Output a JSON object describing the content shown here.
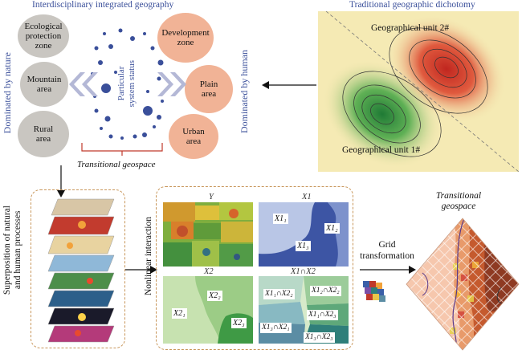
{
  "top_left": {
    "title": "Interdisciplinary integrated geography",
    "left_label": "Dominated by nature",
    "right_label": "Dominated by human",
    "center_label_line1": "Particular",
    "center_label_line2": "system status",
    "transitional": "Transitional geospace",
    "nature_zones": [
      "Ecological protection zone",
      "Mountain area",
      "Rural area"
    ],
    "human_zones": [
      "Development zone",
      "Plain area",
      "Urban area"
    ]
  },
  "top_right": {
    "title": "Traditional geographic dichotomy",
    "unit2": "Geographical unit 2#",
    "unit1": "Geographical unit 1#"
  },
  "bottom": {
    "superposition_line1": "Superposition of natural",
    "superposition_line2": "and human processes",
    "nonlinear": "Nonlinear interaction",
    "panel_y": "Y",
    "panel_x1": "X1",
    "panel_x2": "X2",
    "panel_x1x2": "X1∩X2",
    "x1_labels": [
      "X1₁",
      "X1₂",
      "X1₃"
    ],
    "x2_labels": [
      "X2₁",
      "X2₂",
      "X2₃"
    ],
    "x1x2_labels": [
      "X1₁∩X2₂",
      "X1₂∩X2₂",
      "X1₁∩X2₃",
      "X1₃∩X2₁",
      "X1₃∩X2₃"
    ],
    "grid_line1": "Grid",
    "grid_line2": "transformation",
    "transitional_line1": "Transitional",
    "transitional_line2": "geospace"
  },
  "colors": {
    "accent_blue": "#3a4f9a",
    "nature_gray": "#c9c6c1",
    "human_peach": "#f1b396",
    "dashed_border": "#c8965a",
    "bracket_red": "#c0392b"
  }
}
